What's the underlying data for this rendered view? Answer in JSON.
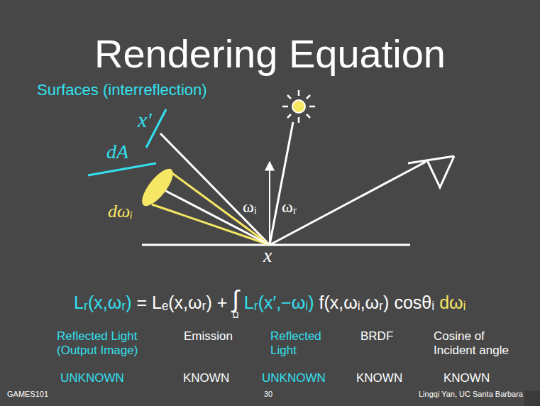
{
  "diagram": {
    "title": "Rendering Equation",
    "labels": [
      "Surfaces (interreflection)",
      "x′",
      "dA",
      "dωᵢ",
      "ωᵢ",
      "ωᵣ",
      "x",
      "Lᵣ(x,ωᵣ)",
      "= Lₑ(x,ωᵣ) +",
      "∫",
      "Ω",
      "Lᵣ(x′,−ωᵢ)",
      "f(x,ωᵢ,ωᵣ) cosθᵢ",
      "dωᵢ",
      "Reflected Light (Output Image)",
      "Emission",
      "Reflected Light",
      "BRDF",
      "Cosine of Incident angle",
      "UNKNOWN",
      "KNOWN",
      "UNKNOWN",
      "KNOWN",
      "KNOWN",
      "GAMES101",
      "30",
      "Lingqi Yan, UC Santa Barbara"
    ]
  }
}
